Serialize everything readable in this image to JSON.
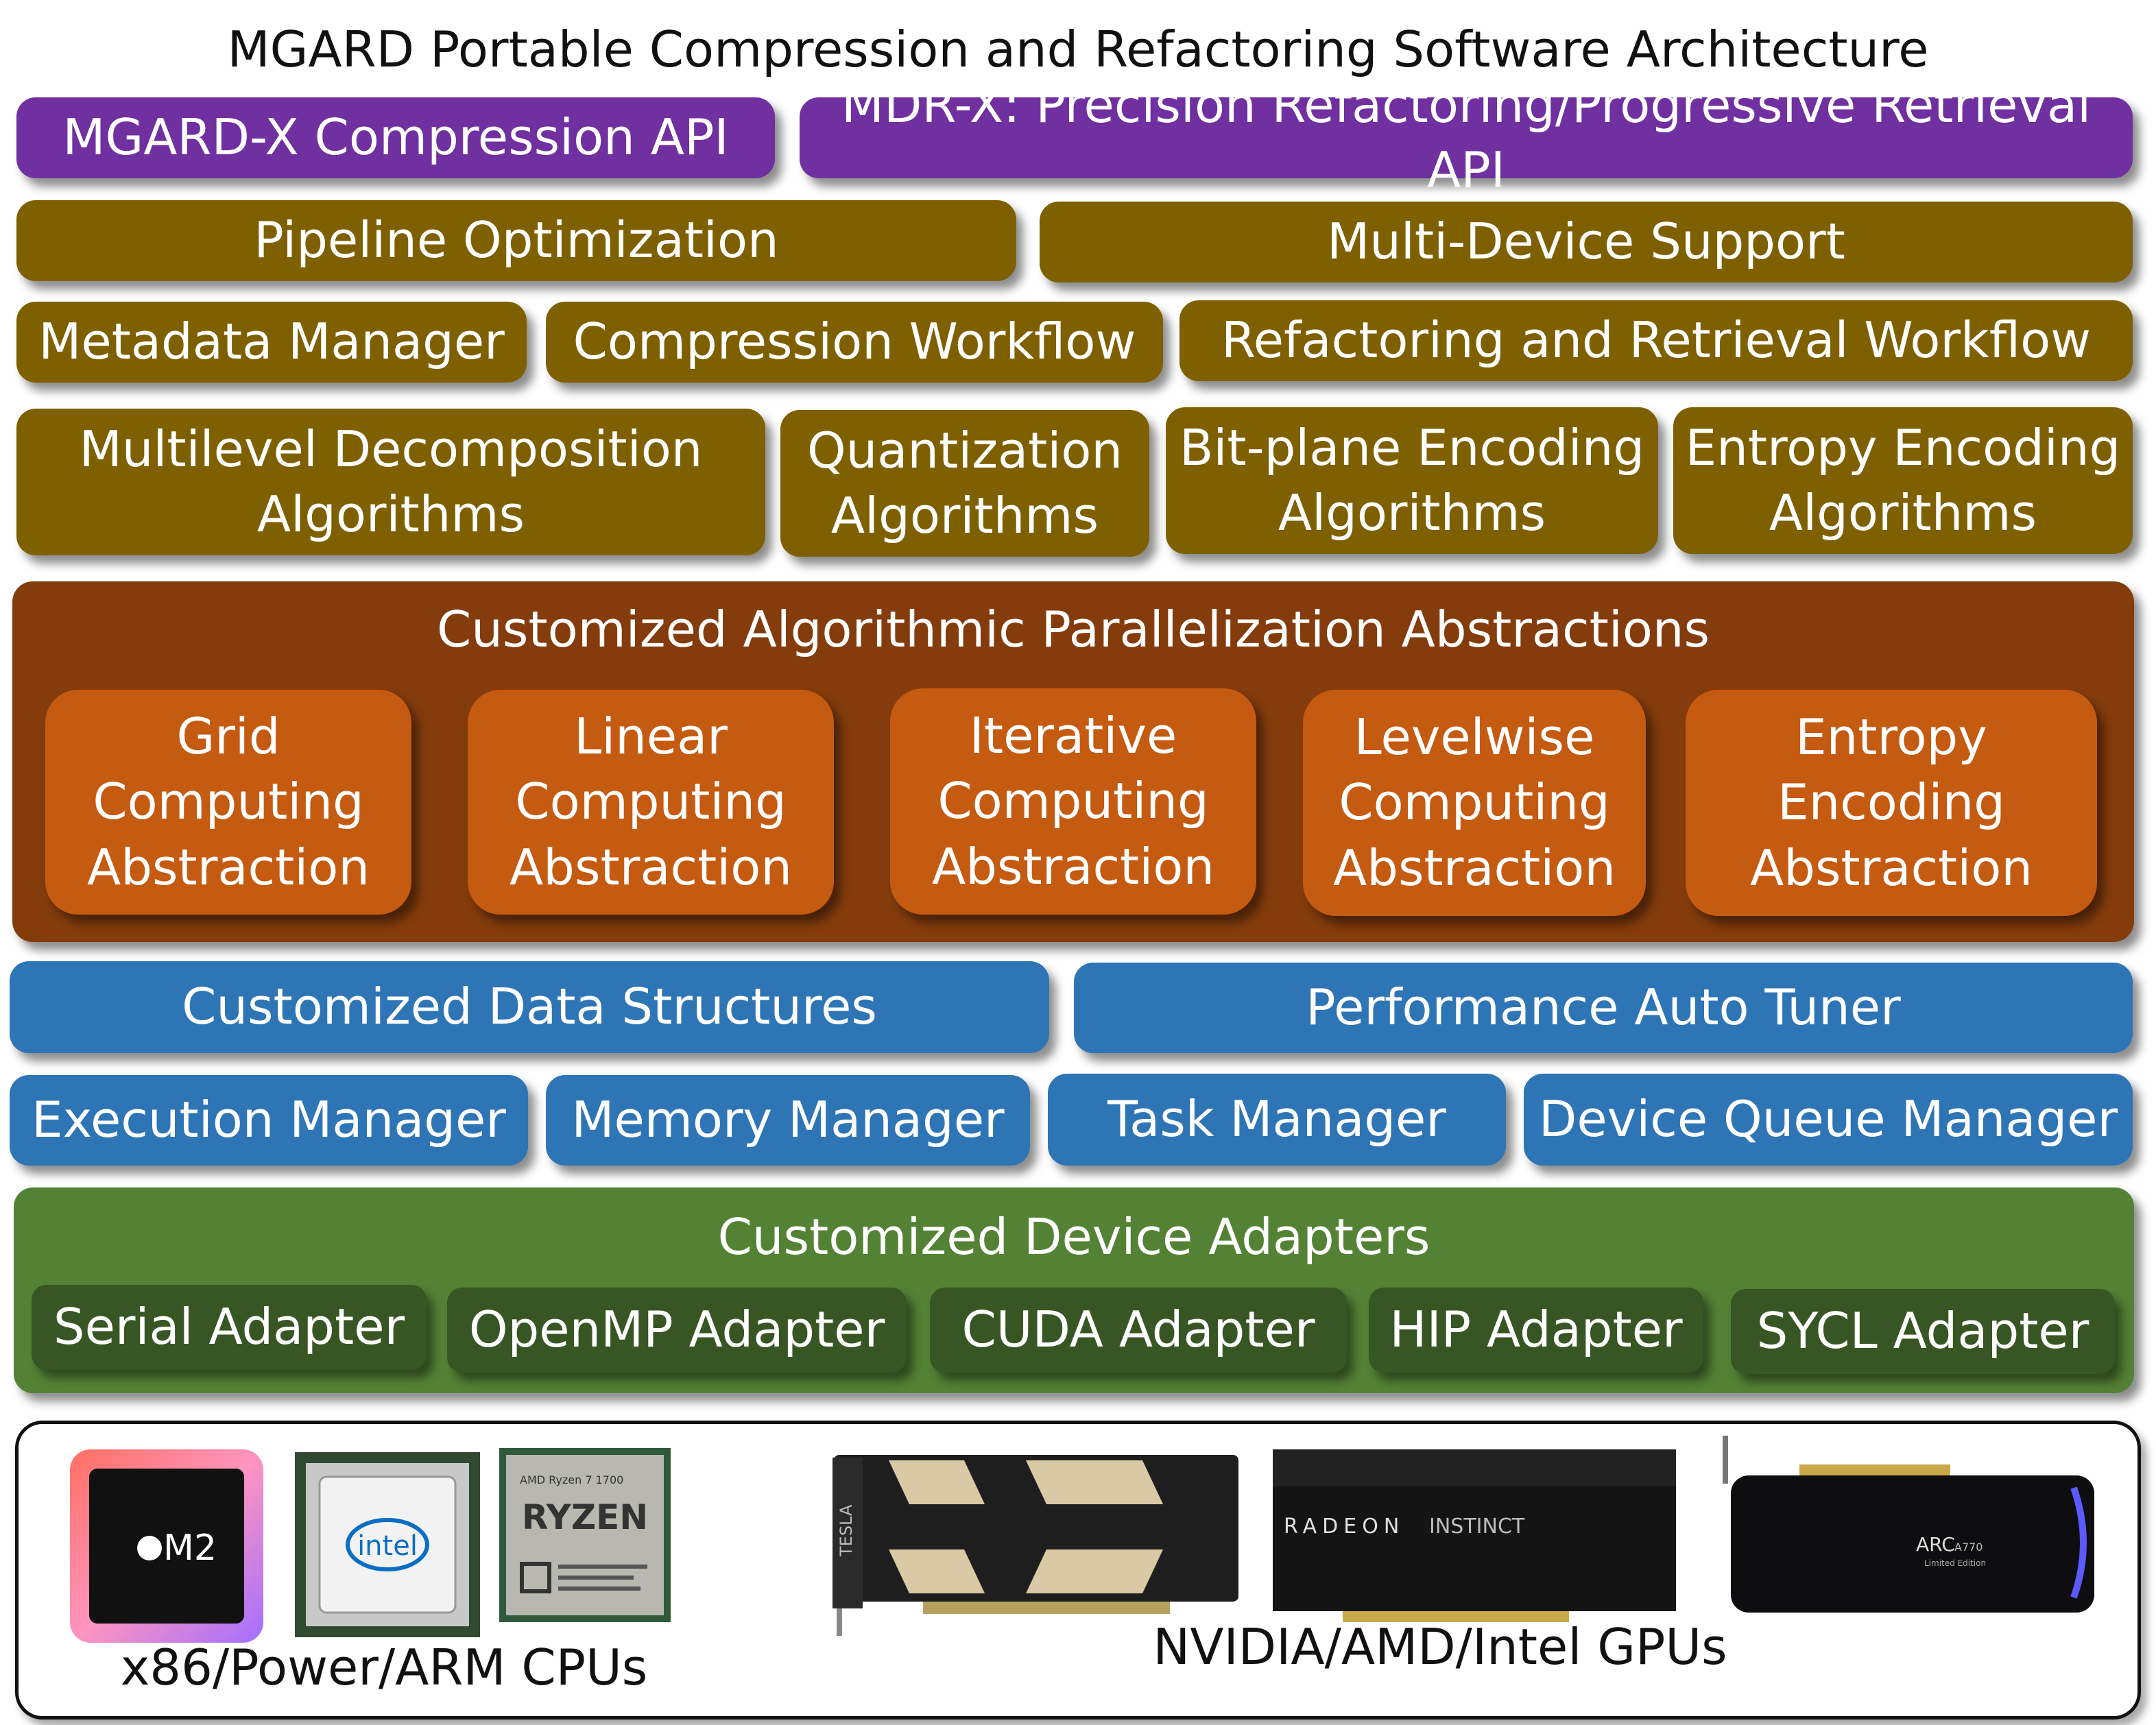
{
  "title": "MGARD Portable Compression and Refactoring Software Architecture",
  "api": {
    "compression": "MGARD-X Compression API",
    "refactoring": "MDR-X: Precision Refactoring/Progressive Retrieval API"
  },
  "row_pipeline": {
    "pipeline": "Pipeline Optimization",
    "multidevice": "Multi-Device Support"
  },
  "row_workflow": {
    "metadata": "Metadata Manager",
    "compression": "Compression Workflow",
    "refactoring": "Refactoring and Retrieval Workflow"
  },
  "row_algorithms": {
    "decomposition": "Multilevel Decomposition\nAlgorithms",
    "quantization": "Quantization\nAlgorithms",
    "bitplane": "Bit-plane Encoding\nAlgorithms",
    "entropy": "Entropy Encoding\nAlgorithms"
  },
  "parallel": {
    "title": "Customized Algorithmic Parallelization Abstractions",
    "grid": "Grid\nComputing\nAbstraction",
    "linear": "Linear\nComputing\nAbstraction",
    "iterative": "Iterative\nComputing\nAbstraction",
    "levelwise": "Levelwise\nComputing\nAbstraction",
    "entropy": "Entropy\nEncoding\nAbstraction"
  },
  "runtime": {
    "data_structures": "Customized Data Structures",
    "auto_tuner": "Performance Auto Tuner",
    "execution": "Execution Manager",
    "memory": "Memory Manager",
    "task": "Task Manager",
    "queue": "Device Queue Manager"
  },
  "adapters": {
    "title": "Customized Device Adapters",
    "serial": "Serial Adapter",
    "openmp": "OpenMP Adapter",
    "cuda": "CUDA Adapter",
    "hip": "HIP Adapter",
    "sycl": "SYCL Adapter"
  },
  "hardware": {
    "cpus_caption": "x86/Power/ARM CPUs",
    "gpus_caption": "NVIDIA/AMD/Intel GPUs",
    "m2_label": "M2",
    "intel_label": "intel",
    "ryzen_small": "AMD Ryzen 7 1700",
    "ryzen_label": "RYZEN",
    "tesla_label": "TESLA",
    "radeon_label": "RADEON",
    "instinct_label": "INSTINCT",
    "arc_label": "ARC",
    "arc_model": "A770",
    "arc_edition": "Limited Edition"
  },
  "colors": {
    "purple": "#7030A0",
    "olive": "#7F6000",
    "rust_panel": "#843C0C",
    "orange": "#C55A11",
    "blue": "#2E75B6",
    "green": "#548235",
    "dark_green": "#375623"
  }
}
